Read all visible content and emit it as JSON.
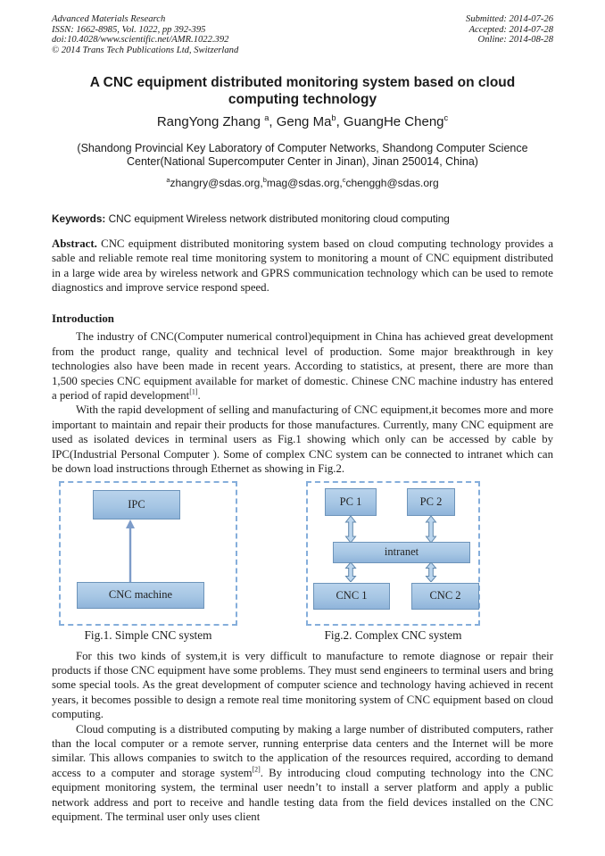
{
  "header": {
    "left_lines": [
      "Advanced Materials Research",
      "ISSN: 1662-8985, Vol. 1022, pp 392-395",
      "doi:10.4028/www.scientific.net/AMR.1022.392",
      "© 2014 Trans Tech Publications Ltd, Switzerland"
    ],
    "right_lines": [
      "Submitted: 2014-07-26",
      "Accepted: 2014-07-28",
      "Online: 2014-08-28"
    ]
  },
  "title": "A CNC equipment distributed monitoring system based on cloud computing technology",
  "authors": [
    {
      "text": "RangYong Zhang ",
      "sup": "a"
    },
    {
      "text": ", Geng Ma",
      "sup": "b"
    },
    {
      "text": ", GuangHe Cheng",
      "sup": "c"
    }
  ],
  "affiliation": "(Shandong Provincial Key Laboratory of Computer Networks, Shandong Computer Science Center(National Supercomputer Center in Jinan), Jinan 250014, China)",
  "emails": [
    {
      "sup": "a",
      "text": "zhangry@sdas.org,"
    },
    {
      "sup": "b",
      "text": "mag@sdas.org,"
    },
    {
      "sup": "c",
      "text": "chenggh@sdas.org"
    }
  ],
  "keywords": {
    "label": "Keywords:",
    "text": " CNC equipment Wireless network distributed monitoring cloud computing"
  },
  "abstract": {
    "label": "Abstract.",
    "text": " CNC equipment distributed monitoring system based on cloud computing technology provides a sable and reliable remote real time monitoring system to monitoring a mount of CNC equipment distributed in a large wide area by wireless network and GPRS communication technology which can be used to remote diagnostics and improve service respond speed."
  },
  "introduction": {
    "heading": "Introduction",
    "p1": {
      "body": "The industry of CNC(Computer numerical control)equipment in China has achieved great development from the product range, quality and technical level of production. Some major breakthrough in key technologies also have been made in recent years. According to statistics, at present, there are more than 1,500 species CNC equipment available for market of domestic. Chinese CNC machine industry has entered a period of rapid development",
      "sup": "[1]",
      "tail": "."
    },
    "p2": "With the rapid development of selling and manufacturing of CNC equipment,it becomes more and more important to maintain and repair their products for those manufactures. Currently, many CNC equipment are used as isolated devices in terminal users as Fig.1 showing which only can be accessed by cable by IPC(Industrial Personal Computer ). Some of complex CNC system can be connected to intranet which can be down load instructions through Ethernet as showing in Fig.2.",
    "p3": "For this two kinds of system,it is very difficult to manufacture to remote diagnose or repair their products if those CNC equipment have some problems. They must send engineers to terminal users and bring some special tools. As the great development of computer science and technology having achieved in recent years, it becomes possible to design a remote real time monitoring system of CNC equipment based on cloud computing.",
    "p4": {
      "body": "Cloud computing is a distributed computing by making a large number of distributed computers, rather than the local computer or a remote server, running enterprise data centers and the Internet will be more similar. This allows companies to switch to the application of the resources required, according to demand access to a computer and storage system",
      "sup": "[2]",
      "tail": ". By introducing cloud computing technology into the CNC equipment monitoring system, the terminal user needn’t to install a server platform and apply a public network address and port to receive and handle testing data from the field devices installed on the CNC equipment. The terminal user only uses client"
    }
  },
  "figures": {
    "fig1": {
      "caption": "Fig.1. Simple CNC system",
      "nodes": {
        "ipc": "IPC",
        "cnc_machine": "CNC machine"
      }
    },
    "fig2": {
      "caption": "Fig.2. Complex CNC system",
      "nodes": {
        "pc1": "PC 1",
        "pc2": "PC 2",
        "intranet": "intranet",
        "cnc1": "CNC 1",
        "cnc2": "CNC 2"
      }
    }
  },
  "colors": {
    "node_border": "#6d94ba",
    "node_fill_top": "#b9d3ec",
    "node_fill_mid": "#a6c6e4",
    "node_fill_bottom": "#8fb4da",
    "figure_dashed_border": "#85aedb",
    "arrow": "#7d9cc9",
    "double_arrow_fill": "#bcd6ee",
    "double_arrow_stroke": "#5f87ac"
  }
}
